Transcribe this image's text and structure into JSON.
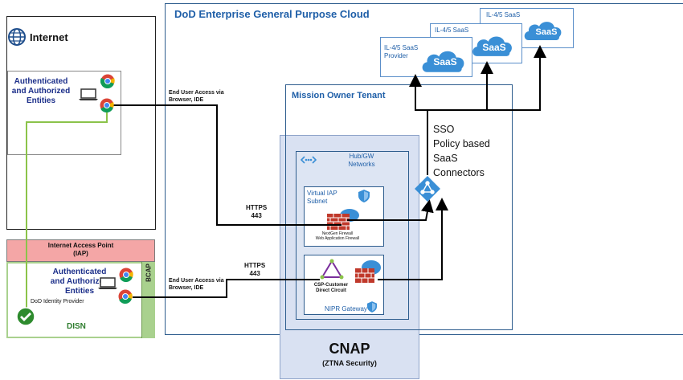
{
  "cloud": {
    "title": "DoD Enterprise General Purpose Cloud",
    "saas_providers": [
      {
        "label": "IL-4/5 SaaS\nProvider",
        "badge": "SaaS"
      },
      {
        "label": "IL-4/5 SaaS",
        "badge": "SaaS"
      },
      {
        "label": "IL-4/5 SaaS",
        "badge": "SaaS"
      }
    ],
    "mission_owner": {
      "title": "Mission Owner Tenant",
      "sso_text": "SSO\nPolicy based\nSaaS\nConnectors"
    },
    "hub": {
      "title": "Hub/GW\nNetworks",
      "iap_subnet": {
        "title": "Virtual IAP\nSubnet",
        "firewall_label": "NextGen Firewall\nWeb Application Firewall"
      },
      "nipr": {
        "circuit_label": "CSP-Customer\nDirect Circuit",
        "gateway_label": "NIPR Gateway"
      }
    }
  },
  "cnap": {
    "title": "CNAP",
    "subtitle": "(ZTNA Security)"
  },
  "internet": {
    "title": "Internet",
    "entities": "Authenticated\nand Authorized\nEntities"
  },
  "iap": {
    "title": "Internet Access Point\n(IAP)",
    "entities": "Authenticated\nand Authorized\nEntities",
    "idp": "DoD Identity Provider",
    "disn": "DISN",
    "bcap": "BCAP"
  },
  "connections": {
    "top_access": "End User Access via\nBrowser, IDE",
    "bottom_access": "End User Access via\nBrowser, IDE",
    "https_top": "HTTPS\n443",
    "https_bottom": "HTTPS\n443"
  },
  "colors": {
    "cloud_border": "#2e5d8e",
    "cnap_fill": "#d9e1f2",
    "iap_fill": "#f4a6a6",
    "disn_fill": "#a9d18e",
    "saas_blue": "#3a8fd6",
    "firewall_red": "#c0392b",
    "idp_green": "#2e8b2e"
  }
}
